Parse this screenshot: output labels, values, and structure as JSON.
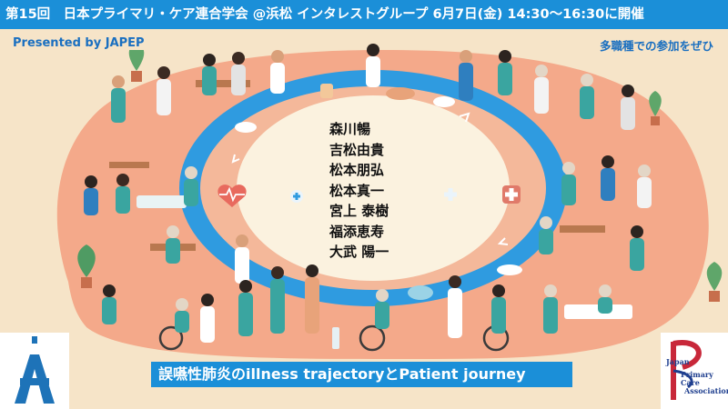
{
  "header": {
    "text": "第15回　日本プライマリ・ケア連合学会 @浜松 インタレストグループ  6月7日(金) 14:30～16:30に開催"
  },
  "presenter": "Presented by JAPEP",
  "invite": "多職種での参加をぜひ",
  "speakers": [
    "森川暢",
    "吉松由貴",
    "松本朋弘",
    "松本真一",
    "宮上 泰樹",
    "福添恵寿",
    "大武 陽一"
  ],
  "title": "誤嚥性肺炎のillness trajectoryとPatient journey",
  "logo_right": {
    "line1": "Japan",
    "line2": "Primary Care",
    "line3": "Association"
  },
  "colors": {
    "header_bg": "#1b8fd8",
    "ring": "#2f9be0",
    "outer": "#f4a98a",
    "center": "#fbf2df",
    "background": "#f6e4c8",
    "teal": "#3aa5a0"
  }
}
